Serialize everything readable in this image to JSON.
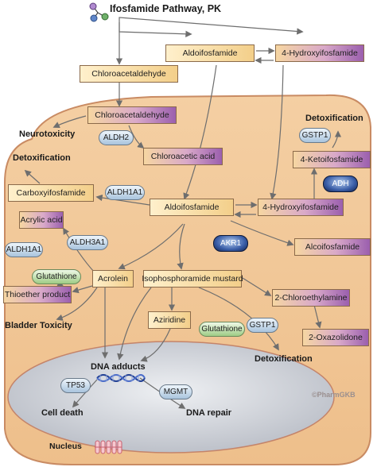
{
  "title": "Ifosfamide Pathway, PK",
  "nodes": {
    "aldoifosfamide_top": "Aldoifosfamide",
    "hydroxy_top": "4-Hydroxyifosfamide",
    "chloroacetaldehyde_out": "Chloroacetaldehyde",
    "chloroacetaldehyde_in": "Chloroacetaldehyde",
    "chloroacetic_acid": "Chloroacetic acid",
    "ketoifosfamide": "4-Ketoifosfamide",
    "carboxyifosfamide": "Carboxyifosfamide",
    "aldoifosfamide_mid": "Aldoifosfamide",
    "hydroxy_mid": "4-Hydroxyifosfamide",
    "acrylic_acid": "Acrylic acid",
    "alcoifosfamide": "Alcoifosfamide",
    "acrolein": "Acrolein",
    "isophosphoramide": "Isophosphoramide mustard",
    "thioether": "Thioether product",
    "chloroethylamine": "2-Chloroethylamine",
    "aziridine": "Aziridine",
    "oxazolidone": "2-Oxazolidone"
  },
  "enzymes": {
    "aldh2": "ALDH2",
    "gstp1_top": "GSTP1",
    "adh": "ADH",
    "aldh1a1_mid": "ALDH1A1",
    "akr1": "AKR1",
    "aldh3a1": "ALDH3A1",
    "aldh1a1_left": "ALDH1A1",
    "glutathione_left": "Glutathione",
    "glutathione_mid": "Glutathione",
    "gstp1_mid": "GSTP1",
    "tp53": "TP53",
    "mgmt": "MGMT"
  },
  "labels": {
    "neurotoxicity": "Neurotoxicity",
    "detox_top": "Detoxification",
    "detox_left": "Detoxification",
    "bladder": "Bladder Toxicity",
    "detox_bottom": "Detoxification",
    "dna_adducts": "DNA adducts",
    "cell_death": "Cell death",
    "dna_repair": "DNA repair",
    "nucleus": "Nucleus",
    "watermark": "©PharmGKB"
  },
  "colors": {
    "cell_fill": "#f2c99a",
    "cell_border": "#c98b63",
    "nucleus_fill": "#c9ccd3",
    "arrow": "#6e6e6e",
    "enzyme_blue": "#a9c4dd",
    "enzyme_green": "#9fcc86",
    "enzyme_navy": "#2c4a8c"
  },
  "icons": [
    "molecule-icon",
    "dna-helix-icon",
    "chromosome-icon"
  ]
}
